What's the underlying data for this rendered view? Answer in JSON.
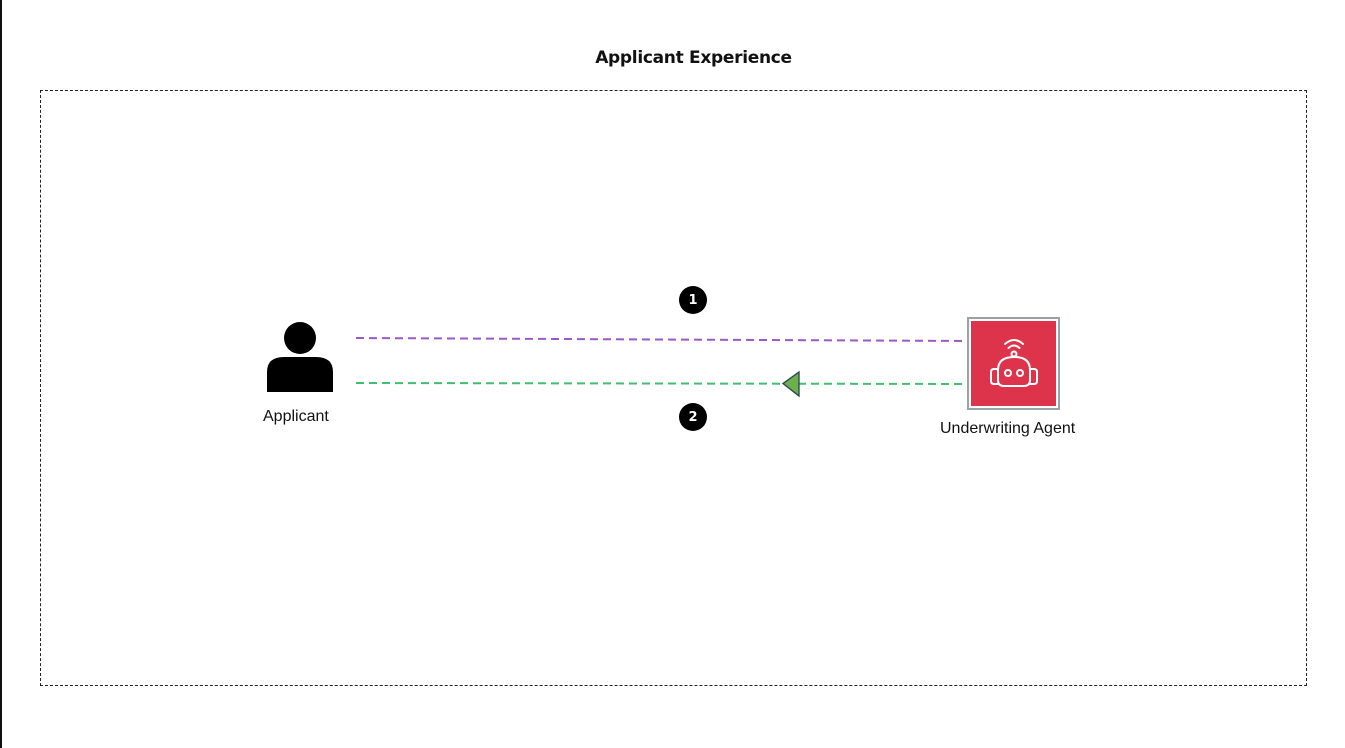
{
  "diagram": {
    "title": "Applicant Experience",
    "nodes": {
      "applicant": {
        "label": "Applicant",
        "icon": "person-icon"
      },
      "agent": {
        "label": "Underwriting Agent",
        "icon": "robot-icon",
        "color": "#dd344c"
      }
    },
    "steps": [
      {
        "number": "1",
        "from": "applicant",
        "to": "agent",
        "color": "#9b59c6"
      },
      {
        "number": "2",
        "from": "agent",
        "to": "applicant",
        "color": "#3fbf6f",
        "arrow_color": "#6ab04c"
      }
    ]
  }
}
